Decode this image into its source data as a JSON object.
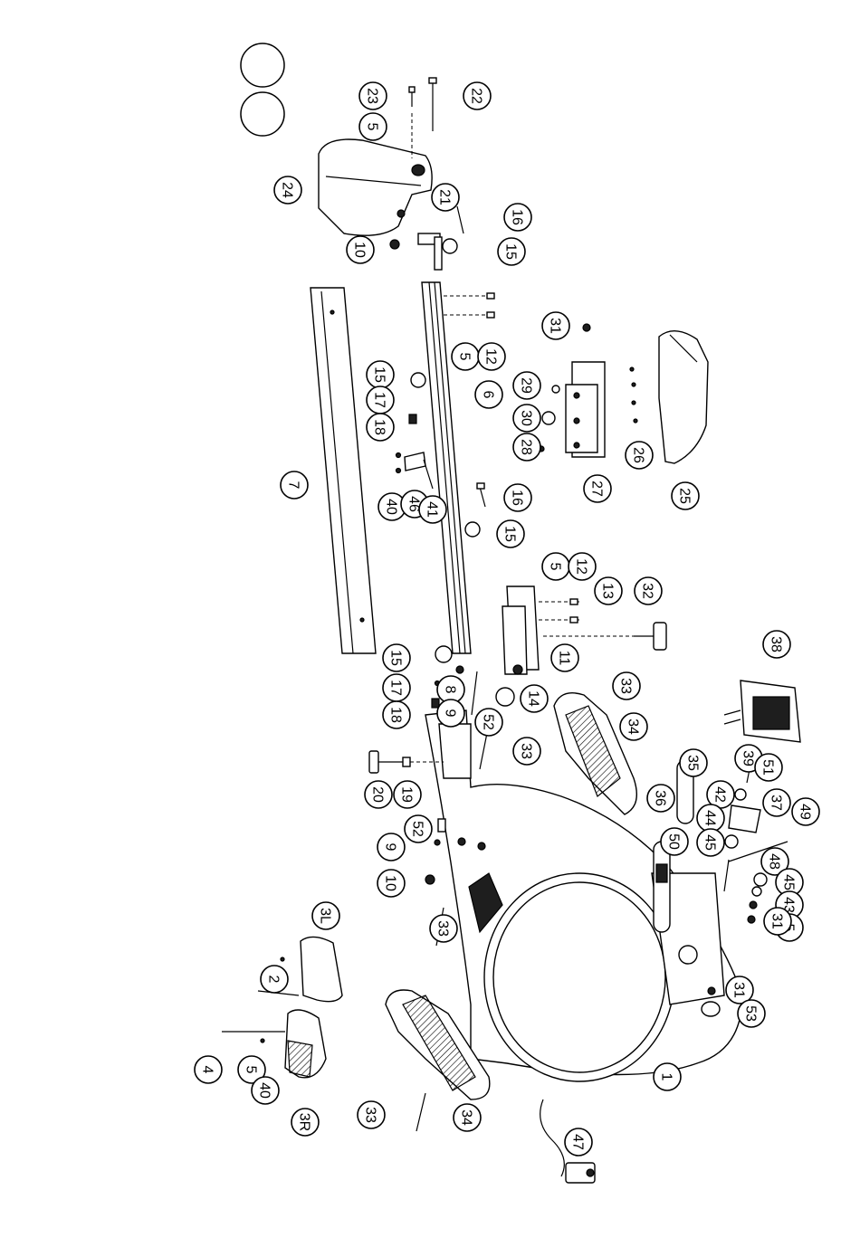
{
  "diagram": {
    "callouts": [
      {
        "id": "c23",
        "label": "23"
      },
      {
        "id": "c22",
        "label": "22"
      },
      {
        "id": "c5a",
        "label": "5"
      },
      {
        "id": "c24",
        "label": "24"
      },
      {
        "id": "c21",
        "label": "21"
      },
      {
        "id": "c16a",
        "label": "16"
      },
      {
        "id": "c10a",
        "label": "10"
      },
      {
        "id": "c15a",
        "label": "15"
      },
      {
        "id": "c31a",
        "label": "31"
      },
      {
        "id": "c5b",
        "label": "5"
      },
      {
        "id": "c12a",
        "label": "12"
      },
      {
        "id": "c29",
        "label": "29"
      },
      {
        "id": "c15b",
        "label": "15"
      },
      {
        "id": "c17a",
        "label": "17"
      },
      {
        "id": "c18a",
        "label": "18"
      },
      {
        "id": "c6",
        "label": "6"
      },
      {
        "id": "c30",
        "label": "30"
      },
      {
        "id": "c28",
        "label": "28"
      },
      {
        "id": "c26",
        "label": "26"
      },
      {
        "id": "c7",
        "label": "7"
      },
      {
        "id": "c40a",
        "label": "40"
      },
      {
        "id": "c46",
        "label": "46"
      },
      {
        "id": "c41",
        "label": "41"
      },
      {
        "id": "c27",
        "label": "27"
      },
      {
        "id": "c25",
        "label": "25"
      },
      {
        "id": "c16b",
        "label": "16"
      },
      {
        "id": "c15c",
        "label": "15"
      },
      {
        "id": "c5c",
        "label": "5"
      },
      {
        "id": "c12b",
        "label": "12"
      },
      {
        "id": "c13",
        "label": "13"
      },
      {
        "id": "c32",
        "label": "32"
      },
      {
        "id": "c15d",
        "label": "15"
      },
      {
        "id": "c11",
        "label": "11"
      },
      {
        "id": "c17b",
        "label": "17"
      },
      {
        "id": "c8",
        "label": "8"
      },
      {
        "id": "c18b",
        "label": "18"
      },
      {
        "id": "c14",
        "label": "14"
      },
      {
        "id": "c9a",
        "label": "9"
      },
      {
        "id": "c52a",
        "label": "52"
      },
      {
        "id": "c33a",
        "label": "33"
      },
      {
        "id": "c33b",
        "label": "33"
      },
      {
        "id": "c38",
        "label": "38"
      },
      {
        "id": "c34a",
        "label": "34"
      },
      {
        "id": "c20",
        "label": "20"
      },
      {
        "id": "c19",
        "label": "19"
      },
      {
        "id": "c35",
        "label": "35"
      },
      {
        "id": "c39",
        "label": "39"
      },
      {
        "id": "c51",
        "label": "51"
      },
      {
        "id": "c42",
        "label": "42"
      },
      {
        "id": "c36",
        "label": "36"
      },
      {
        "id": "c37",
        "label": "37"
      },
      {
        "id": "c44",
        "label": "44"
      },
      {
        "id": "c49",
        "label": "49"
      },
      {
        "id": "c52b",
        "label": "52"
      },
      {
        "id": "c45a",
        "label": "45"
      },
      {
        "id": "c50",
        "label": "50"
      },
      {
        "id": "c9b",
        "label": "9"
      },
      {
        "id": "c48",
        "label": "48"
      },
      {
        "id": "c10b",
        "label": "10"
      },
      {
        "id": "c45b",
        "label": "45"
      },
      {
        "id": "c43",
        "label": "43"
      },
      {
        "id": "c5d",
        "label": "5"
      },
      {
        "id": "c33c",
        "label": "33"
      },
      {
        "id": "c31b",
        "label": "31"
      },
      {
        "id": "c3l",
        "label": "3L"
      },
      {
        "id": "c2",
        "label": "2"
      },
      {
        "id": "c31c",
        "label": "31"
      },
      {
        "id": "c53",
        "label": "53"
      },
      {
        "id": "c4",
        "label": "4"
      },
      {
        "id": "c5e",
        "label": "5"
      },
      {
        "id": "c40b",
        "label": "40"
      },
      {
        "id": "c1",
        "label": "1"
      },
      {
        "id": "c3r",
        "label": "3R"
      },
      {
        "id": "c33d",
        "label": "33"
      },
      {
        "id": "c34b",
        "label": "34"
      },
      {
        "id": "c47",
        "label": "47"
      }
    ]
  }
}
